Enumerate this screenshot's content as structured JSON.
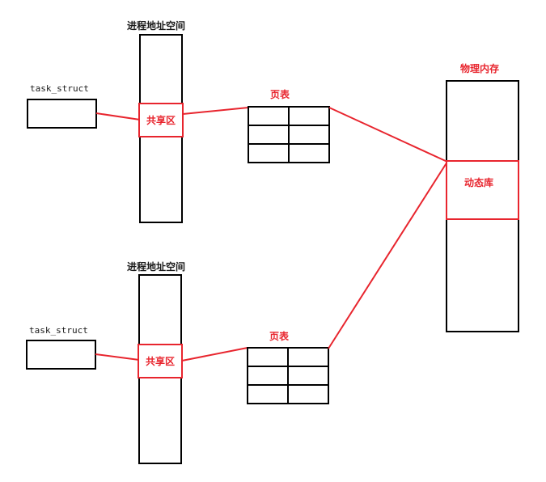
{
  "colors": {
    "ink": "#000000",
    "accent": "#e8252e"
  },
  "process1": {
    "task_label": "task_struct",
    "address_space_label": "进程地址空间",
    "shared_label": "共享区",
    "page_table_label": "页表"
  },
  "process2": {
    "task_label": "task_struct",
    "address_space_label": "进程地址空间",
    "shared_label": "共享区",
    "page_table_label": "页表"
  },
  "physical_memory": {
    "label": "物理内存",
    "library_label": "动态库"
  }
}
